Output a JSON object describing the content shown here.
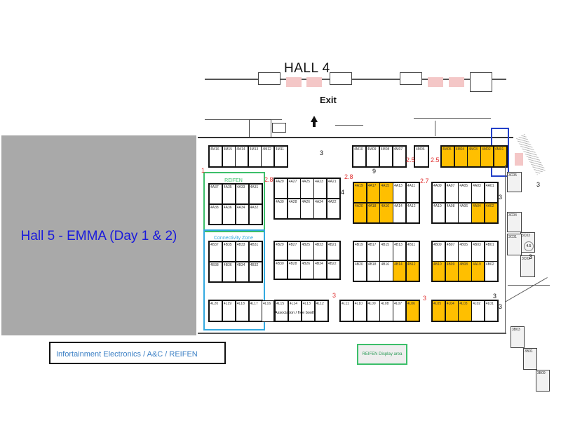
{
  "hall4": {
    "title": "HALL 4",
    "exit_label": "Exit"
  },
  "hall5": {
    "label": "Hall 5 - EMMA (Day 1 & 2)",
    "fill_color": "#a9a9a9"
  },
  "colors": {
    "highlight": "#ffbf00",
    "reifen_zone": "#3cbf6a",
    "connectivity_zone": "#33a9e0",
    "selected": "#2340c8",
    "hall5_text": "#1a1adc"
  },
  "zones": {
    "reifen": {
      "title": "REIFEN"
    },
    "connectivity": {
      "title": "Connectivity Zone"
    }
  },
  "legend": {
    "category": "Infortainment Electronics / A&C / REIFEN",
    "reifen_display": "REIFEN Display area"
  },
  "blocks": {
    "top_left": [
      {
        "id": "4M16",
        "h": false
      },
      {
        "id": "4M15",
        "h": false
      },
      {
        "id": "4M14",
        "h": false
      },
      {
        "id": "4M13",
        "h": false
      },
      {
        "id": "4M12",
        "h": false
      },
      {
        "id": "4M11",
        "h": false
      }
    ],
    "top_mid": [
      {
        "id": "4M10",
        "h": false
      },
      {
        "id": "4M09",
        "h": false
      },
      {
        "id": "4M08",
        "h": false
      },
      {
        "id": "4M07",
        "h": false
      }
    ],
    "top_single": [
      {
        "id": "4M06",
        "h": false
      }
    ],
    "top_right": [
      {
        "id": "4M05",
        "h": true
      },
      {
        "id": "4M04",
        "h": true
      },
      {
        "id": "4M03",
        "h": true
      },
      {
        "id": "4M02",
        "h": true
      },
      {
        "id": "4M01",
        "h": true
      }
    ],
    "reifen": [
      {
        "id": "4A37",
        "h": false
      },
      {
        "id": "4A35",
        "h": false
      },
      {
        "id": "4A33",
        "h": false
      },
      {
        "id": "4A31",
        "h": false
      },
      {
        "id": "4A38",
        "h": false
      },
      {
        "id": "4A36",
        "h": false
      },
      {
        "id": "4A34",
        "h": false
      },
      {
        "id": "4A32",
        "h": false
      }
    ],
    "a_left": [
      {
        "id": "4A29",
        "h": false
      },
      {
        "id": "4A27",
        "h": false
      },
      {
        "id": "4A25",
        "h": false
      },
      {
        "id": "4A23",
        "h": false
      },
      {
        "id": "4A21",
        "h": false
      },
      {
        "id": "4A30",
        "h": false
      },
      {
        "id": "4A28",
        "h": false
      },
      {
        "id": "4A26",
        "h": false
      },
      {
        "id": "4A24",
        "h": false
      },
      {
        "id": "4A22",
        "h": false
      }
    ],
    "a_mid": [
      {
        "id": "4A19",
        "h": true
      },
      {
        "id": "4A17",
        "h": true
      },
      {
        "id": "4A15",
        "h": true
      },
      {
        "id": "4A13",
        "h": false
      },
      {
        "id": "4A11",
        "h": false
      },
      {
        "id": "4A20",
        "h": true
      },
      {
        "id": "4A18",
        "h": true
      },
      {
        "id": "4A16",
        "h": true
      },
      {
        "id": "4A14",
        "h": false
      },
      {
        "id": "4A12",
        "h": false
      }
    ],
    "a_right": [
      {
        "id": "4A09",
        "h": false
      },
      {
        "id": "4A07",
        "h": false
      },
      {
        "id": "4A05",
        "h": false
      },
      {
        "id": "4A03",
        "h": false
      },
      {
        "id": "4A01",
        "h": false
      },
      {
        "id": "4A10",
        "h": false
      },
      {
        "id": "4A08",
        "h": false
      },
      {
        "id": "4A06",
        "h": false
      },
      {
        "id": "4A04",
        "h": true
      },
      {
        "id": "4A02",
        "h": true
      }
    ],
    "connectivity": [
      {
        "id": "4B37",
        "h": false
      },
      {
        "id": "4B35",
        "h": false
      },
      {
        "id": "4B33",
        "h": false
      },
      {
        "id": "4B31",
        "h": false
      },
      {
        "id": "4B38",
        "h": false
      },
      {
        "id": "4B36",
        "h": false
      },
      {
        "id": "4B34",
        "h": false
      },
      {
        "id": "4B32",
        "h": false
      }
    ],
    "b_left": [
      {
        "id": "4B29",
        "h": false
      },
      {
        "id": "4B27",
        "h": false
      },
      {
        "id": "4B25",
        "h": false
      },
      {
        "id": "4B23",
        "h": false
      },
      {
        "id": "4B21",
        "h": false
      },
      {
        "id": "4B30",
        "h": false
      },
      {
        "id": "4B28",
        "h": false
      },
      {
        "id": "4B26",
        "h": false
      },
      {
        "id": "4B24",
        "h": false
      },
      {
        "id": "4B22",
        "h": false
      }
    ],
    "b_mid": [
      {
        "id": "4B19",
        "h": false
      },
      {
        "id": "4B17",
        "h": false
      },
      {
        "id": "4B15",
        "h": false
      },
      {
        "id": "4B13",
        "h": false
      },
      {
        "id": "4B11",
        "h": false
      },
      {
        "id": "4B20",
        "h": false
      },
      {
        "id": "4B18",
        "h": false
      },
      {
        "id": "4B16",
        "h": false
      },
      {
        "id": "4B14",
        "h": true
      },
      {
        "id": "4B12",
        "h": true
      }
    ],
    "b_right": [
      {
        "id": "4B09",
        "h": false
      },
      {
        "id": "4B07",
        "h": false
      },
      {
        "id": "4B05",
        "h": false
      },
      {
        "id": "4B03",
        "h": false
      },
      {
        "id": "4B01",
        "h": false
      },
      {
        "id": "4B10",
        "h": true
      },
      {
        "id": "4B09",
        "h": true
      },
      {
        "id": "4B08",
        "h": true
      },
      {
        "id": "4A19",
        "h": true
      },
      {
        "id": "4B02",
        "h": false
      }
    ],
    "l_conn": [
      {
        "id": "4L20",
        "h": false
      },
      {
        "id": "4L19",
        "h": false
      },
      {
        "id": "4L18",
        "h": false
      },
      {
        "id": "4L17",
        "h": false
      }
    ],
    "l_assoc": [
      {
        "id": "4L15",
        "h": false
      },
      {
        "id": "4L14",
        "h": false
      },
      {
        "id": "4L13",
        "h": false
      },
      {
        "id": "4L12",
        "h": false
      }
    ],
    "l_mid": [
      {
        "id": "4L11",
        "h": false
      },
      {
        "id": "4L10",
        "h": false
      },
      {
        "id": "4L09",
        "h": false
      },
      {
        "id": "4L08",
        "h": false
      },
      {
        "id": "4L07",
        "h": false
      },
      {
        "id": "4L06",
        "h": true
      }
    ],
    "l_right": [
      {
        "id": "4L05",
        "h": true
      },
      {
        "id": "4L04",
        "h": true
      },
      {
        "id": "4L03",
        "h": true
      },
      {
        "id": "4L02",
        "h": false
      },
      {
        "id": "4L01",
        "h": false
      }
    ],
    "c_block": [
      {
        "id": "3C05"
      },
      {
        "id": "3C04"
      },
      {
        "id": "3C03"
      },
      {
        "id": "3C01"
      },
      {
        "id": "3C02"
      }
    ],
    "b_small": [
      {
        "id": "3B03"
      },
      {
        "id": "3B01"
      },
      {
        "id": "3B09"
      }
    ]
  },
  "single_booth_label": "4L16",
  "association_label": "Association / free booth",
  "aisle_numbers": {
    "n3_top": "3",
    "n9": "9",
    "n4": "4",
    "n3_right_a": "3",
    "n3_right_b": "3",
    "n3_c": "3",
    "n3_l": "3",
    "n3_b": "3"
  },
  "red_numbers": {
    "r1": "1",
    "r28": "2.8",
    "r28b": "2.8",
    "r27": "2.7",
    "r25a": "2.5",
    "r25b": "2.5",
    "r3": "3",
    "r3b": "3"
  },
  "circle_label": "4.5"
}
